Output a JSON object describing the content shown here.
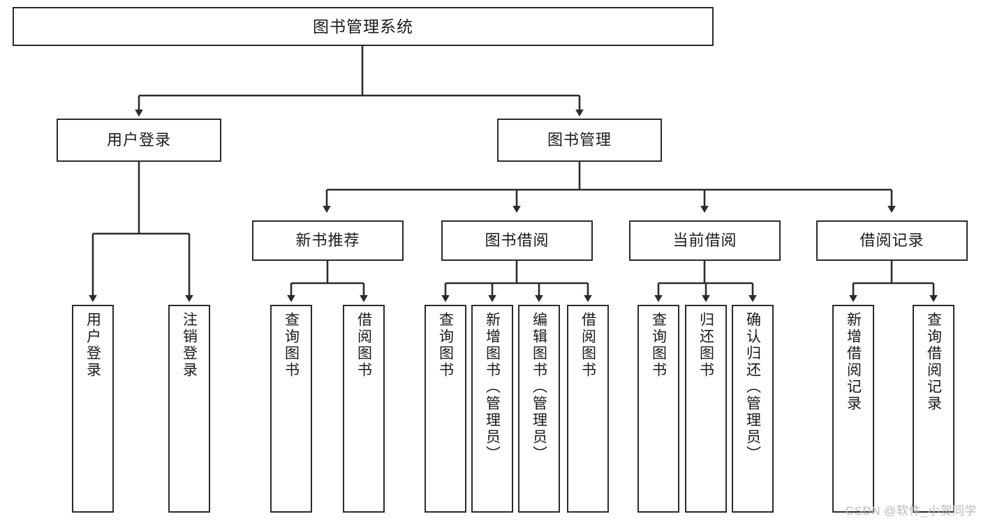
{
  "diagram": {
    "title": "图书管理系统",
    "watermark": "CSDN @软件_小贺同学",
    "colors": {
      "box_border": "#2b2b2b",
      "box_fill": "#ffffff",
      "connector": "#2b2b2b",
      "text": "#1a1a1a",
      "watermark": "#b9b9b9"
    },
    "levels": {
      "root": {
        "label": "图书管理系统"
      },
      "level2": [
        {
          "id": "user-login",
          "label": "用户登录"
        },
        {
          "id": "book-management",
          "label": "图书管理"
        }
      ],
      "level3": [
        {
          "id": "new-book-recommend",
          "label": "新书推荐"
        },
        {
          "id": "book-borrow",
          "label": "图书借阅"
        },
        {
          "id": "current-borrow",
          "label": "当前借阅"
        },
        {
          "id": "borrow-record",
          "label": "借阅记录"
        }
      ],
      "leaves": {
        "user-login": [
          {
            "id": "leaf-user-login",
            "label": "用户登录"
          },
          {
            "id": "leaf-logout-login",
            "label": "注销登录"
          }
        ],
        "new-book-recommend": [
          {
            "id": "leaf-query-book-1",
            "label": "查询图书"
          },
          {
            "id": "leaf-borrow-book-1",
            "label": "借阅图书"
          }
        ],
        "book-borrow": [
          {
            "id": "leaf-query-book-2",
            "label": "查询图书"
          },
          {
            "id": "leaf-add-book-admin",
            "label": "新增图书（管理员）"
          },
          {
            "id": "leaf-edit-book-admin",
            "label": "编辑图书（管理员）"
          },
          {
            "id": "leaf-borrow-book-2",
            "label": "借阅图书"
          }
        ],
        "current-borrow": [
          {
            "id": "leaf-query-book-3",
            "label": "查询图书"
          },
          {
            "id": "leaf-return-book",
            "label": "归还图书"
          },
          {
            "id": "leaf-confirm-return-admin",
            "label": "确认归还（管理员）"
          }
        ],
        "borrow-record": [
          {
            "id": "leaf-add-borrow-record",
            "label": "新增借阅记录"
          },
          {
            "id": "leaf-query-borrow-record",
            "label": "查询借阅记录"
          }
        ]
      }
    }
  }
}
